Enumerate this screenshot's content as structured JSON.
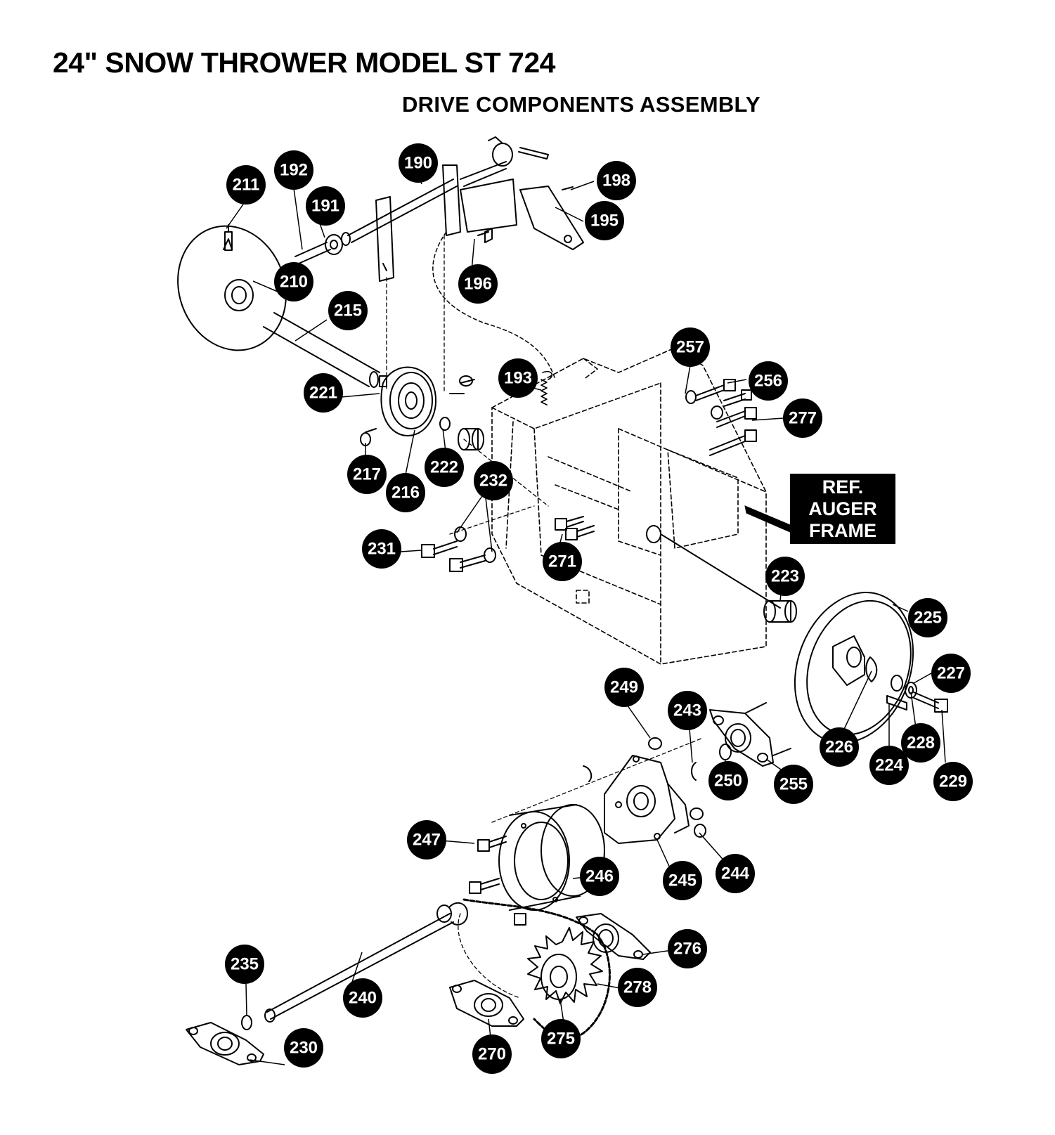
{
  "header": {
    "title": "24\" SNOW THROWER MODEL ST 724",
    "subtitle": "DRIVE COMPONENTS ASSEMBLY"
  },
  "reference_label": {
    "lines": [
      "REF.",
      "AUGER",
      "FRAME"
    ]
  },
  "callouts": {
    "c190": "190",
    "c192": "192",
    "c211": "211",
    "c191": "191",
    "c198": "198",
    "c195": "195",
    "c196": "196",
    "c210": "210",
    "c215": "215",
    "c257": "257",
    "c256": "256",
    "c193": "193",
    "c221": "221",
    "c277": "277",
    "c222": "222",
    "c217": "217",
    "c216": "216",
    "c232": "232",
    "c231": "231",
    "c271": "271",
    "c223": "223",
    "c225": "225",
    "c227": "227",
    "c249": "249",
    "c243": "243",
    "c226": "226",
    "c228": "228",
    "c224": "224",
    "c229": "229",
    "c250": "250",
    "c255": "255",
    "c247": "247",
    "c246": "246",
    "c245": "245",
    "c244": "244",
    "c235": "235",
    "c276": "276",
    "c278": "278",
    "c240": "240",
    "c230": "230",
    "c270": "270",
    "c275": "275"
  },
  "colors": {
    "ink": "#000000",
    "paper": "#ffffff",
    "callout_fill": "#000000",
    "callout_text": "#ffffff"
  }
}
